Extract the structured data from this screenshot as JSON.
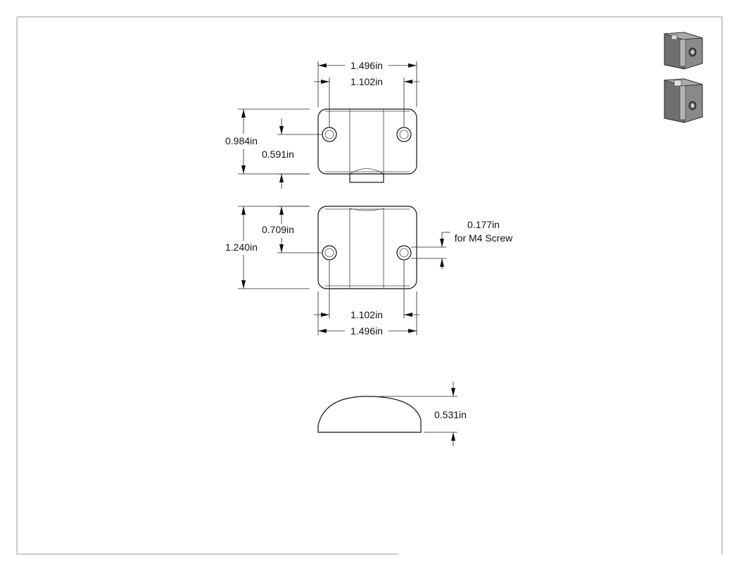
{
  "dimensions": {
    "top_width_overall": "1.496in",
    "top_hole_spacing": "1.102in",
    "top_height_overall": "0.984in",
    "top_hole_offset": "0.591in",
    "front_hole_offset": "0.709in",
    "front_height_overall": "1.240in",
    "hole_diameter": "0.177in",
    "hole_note": "for M4 Screw",
    "front_hole_spacing": "1.102in",
    "front_width_overall": "1.496in",
    "side_height": "0.531in"
  },
  "icons": {
    "iso_view_1": "isometric-part-view-icon",
    "iso_view_2": "isometric-part-view-icon"
  }
}
